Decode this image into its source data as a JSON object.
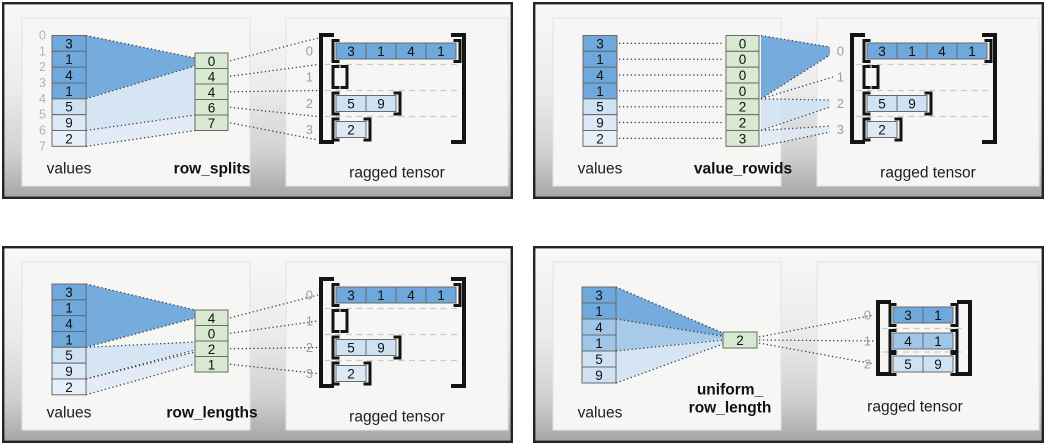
{
  "figure": {
    "description_labels": {
      "values": "values",
      "ragged_tensor": "ragged tensor"
    }
  },
  "palette": {
    "dark_blue": "#6fa8dc",
    "mid_blue": "#9fc5e8",
    "light_blue": "#cfe2f3",
    "lighter_blue": "#dde9f6",
    "lightest_blue": "#e7f0fa",
    "green": "#d9ead3",
    "cell_border": "#6a6a6a",
    "bracket_black": "#141414",
    "index_gray": "#9e9e9e",
    "values_index_gray": "#b3b3b3",
    "row_separator_gray": "#cbcbcb"
  },
  "quadrants": [
    {
      "name": "row_splits",
      "values_label": "values",
      "transform_label": "row_splits",
      "ragged_label": "ragged tensor",
      "value_indices": [
        "0",
        "1",
        "2",
        "3",
        "4",
        "5",
        "6",
        "7"
      ],
      "values": [
        [
          "3",
          "dark_blue"
        ],
        [
          "1",
          "dark_blue"
        ],
        [
          "4",
          "dark_blue"
        ],
        [
          "1",
          "dark_blue"
        ],
        [
          "5",
          "light_blue"
        ],
        [
          "9",
          "lighter_blue"
        ],
        [
          "2",
          "lightest_blue"
        ]
      ],
      "transform_cells": [
        "0",
        "4",
        "4",
        "6",
        "7"
      ],
      "rows": [
        {
          "index": "0",
          "cells": [
            "3",
            "1",
            "4",
            "1"
          ],
          "shade": "dark_blue"
        },
        {
          "index": "1",
          "cells": [],
          "shade": "dark_blue"
        },
        {
          "index": "2",
          "cells": [
            "5",
            "9"
          ],
          "shade": "light_blue"
        },
        {
          "index": "3",
          "cells": [
            "2"
          ],
          "shade": "lighter_blue"
        }
      ]
    },
    {
      "name": "value_rowids",
      "values_label": "values",
      "transform_label": "value_rowids",
      "ragged_label": "ragged tensor",
      "values": [
        [
          "3",
          "dark_blue"
        ],
        [
          "1",
          "dark_blue"
        ],
        [
          "4",
          "dark_blue"
        ],
        [
          "1",
          "dark_blue"
        ],
        [
          "5",
          "light_blue"
        ],
        [
          "9",
          "lighter_blue"
        ],
        [
          "2",
          "lightest_blue"
        ]
      ],
      "transform_cells": [
        "0",
        "0",
        "0",
        "0",
        "2",
        "2",
        "3"
      ],
      "rows": [
        {
          "index": "0",
          "cells": [
            "3",
            "1",
            "4",
            "1"
          ],
          "shade": "dark_blue"
        },
        {
          "index": "1",
          "cells": [],
          "shade": "dark_blue"
        },
        {
          "index": "2",
          "cells": [
            "5",
            "9"
          ],
          "shade": "light_blue"
        },
        {
          "index": "3",
          "cells": [
            "2"
          ],
          "shade": "lighter_blue"
        }
      ]
    },
    {
      "name": "row_lengths",
      "values_label": "values",
      "transform_label": "row_lengths",
      "ragged_label": "ragged tensor",
      "values": [
        [
          "3",
          "dark_blue"
        ],
        [
          "1",
          "dark_blue"
        ],
        [
          "4",
          "dark_blue"
        ],
        [
          "1",
          "dark_blue"
        ],
        [
          "5",
          "light_blue"
        ],
        [
          "9",
          "lighter_blue"
        ],
        [
          "2",
          "lightest_blue"
        ]
      ],
      "transform_cells": [
        "4",
        "0",
        "2",
        "1"
      ],
      "rows": [
        {
          "index": "0",
          "cells": [
            "3",
            "1",
            "4",
            "1"
          ],
          "shade": "dark_blue"
        },
        {
          "index": "1",
          "cells": [],
          "shade": "dark_blue"
        },
        {
          "index": "2",
          "cells": [
            "5",
            "9"
          ],
          "shade": "light_blue"
        },
        {
          "index": "3",
          "cells": [
            "2"
          ],
          "shade": "lighter_blue"
        }
      ]
    },
    {
      "name": "uniform_row_length",
      "values_label": "values",
      "transform_label": "uniform_",
      "transform_label2": "row_length",
      "ragged_label": "ragged tensor",
      "values": [
        [
          "3",
          "dark_blue"
        ],
        [
          "1",
          "dark_blue"
        ],
        [
          "4",
          "mid_blue"
        ],
        [
          "1",
          "mid_blue"
        ],
        [
          "5",
          "light_blue"
        ],
        [
          "9",
          "light_blue"
        ]
      ],
      "transform_cells": [
        "2"
      ],
      "rows": [
        {
          "index": "0",
          "cells": [
            "3",
            "1"
          ],
          "shade": "dark_blue"
        },
        {
          "index": "1",
          "cells": [
            "4",
            "1"
          ],
          "shade": "mid_blue"
        },
        {
          "index": "2",
          "cells": [
            "5",
            "9"
          ],
          "shade": "light_blue"
        }
      ]
    }
  ]
}
